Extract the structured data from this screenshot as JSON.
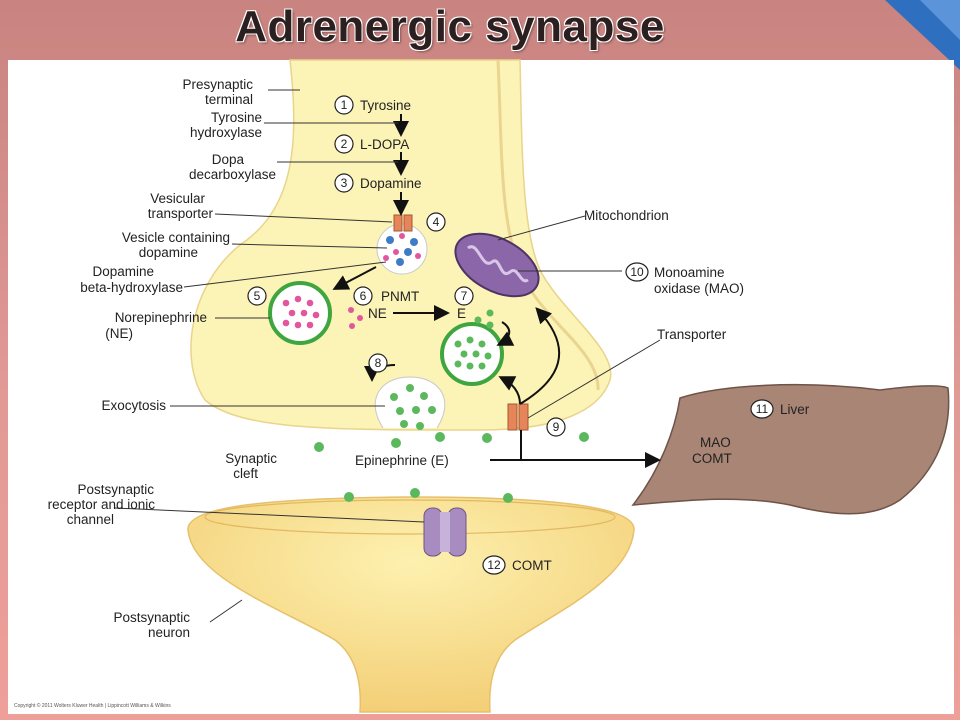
{
  "slide": {
    "title": "Adrenergic synapse"
  },
  "labels": {
    "presynaptic_1": "Presynaptic",
    "presynaptic_2": "terminal",
    "tyrosine_hydroxylase_1": "Tyrosine",
    "tyrosine_hydroxylase_2": "hydroxylase",
    "dopa_decarboxylase_1": "Dopa",
    "dopa_decarboxylase_2": "decarboxylase",
    "vesicular_transporter_1": "Vesicular",
    "vesicular_transporter_2": "transporter",
    "vesicle_1": "Vesicle containing",
    "vesicle_2": "dopamine",
    "dbh_1": "Dopamine",
    "dbh_2": "beta-hydroxylase",
    "ne_1": "Norepinephrine",
    "ne_2": "(NE)",
    "exocytosis": "Exocytosis",
    "cleft_1": "Synaptic",
    "cleft_2": "cleft",
    "post_receptor_1": "Postsynaptic",
    "post_receptor_2": "receptor and ionic",
    "post_receptor_3": "channel",
    "post_neuron_1": "Postsynaptic",
    "post_neuron_2": "neuron",
    "mitochondrion": "Mitochondrion",
    "mao_1": "Monoamine",
    "mao_2": "oxidase (MAO)",
    "transporter": "Transporter",
    "liver": "Liver",
    "liver_mao": "MAO",
    "liver_comt": "COMT",
    "comt": "COMT",
    "epinephrine": "Epinephrine (E)",
    "tyrosine": "Tyrosine",
    "ldopa": "L-DOPA",
    "dopamine": "Dopamine",
    "pnmt": "PNMT",
    "ne_short": "NE",
    "e_short": "E"
  },
  "steps": [
    "1",
    "2",
    "3",
    "4",
    "5",
    "6",
    "7",
    "8",
    "9",
    "10",
    "11",
    "12"
  ],
  "copyright": "Copyright © 2011 Wolters Kluwer Health | Lippincott Williams & Wilkins",
  "colors": {
    "cell": "#fcf3b6",
    "cell_edge": "#f1d88a",
    "vesicle_green": "#4caf50",
    "dot_green": "#5cb85c",
    "dot_pink": "#e3559c",
    "dot_blue": "#3e7cc6",
    "liver": "#a98576",
    "mito": "#8b66a8",
    "transporter": "#e6845a",
    "receptor": "#a88cc0"
  }
}
